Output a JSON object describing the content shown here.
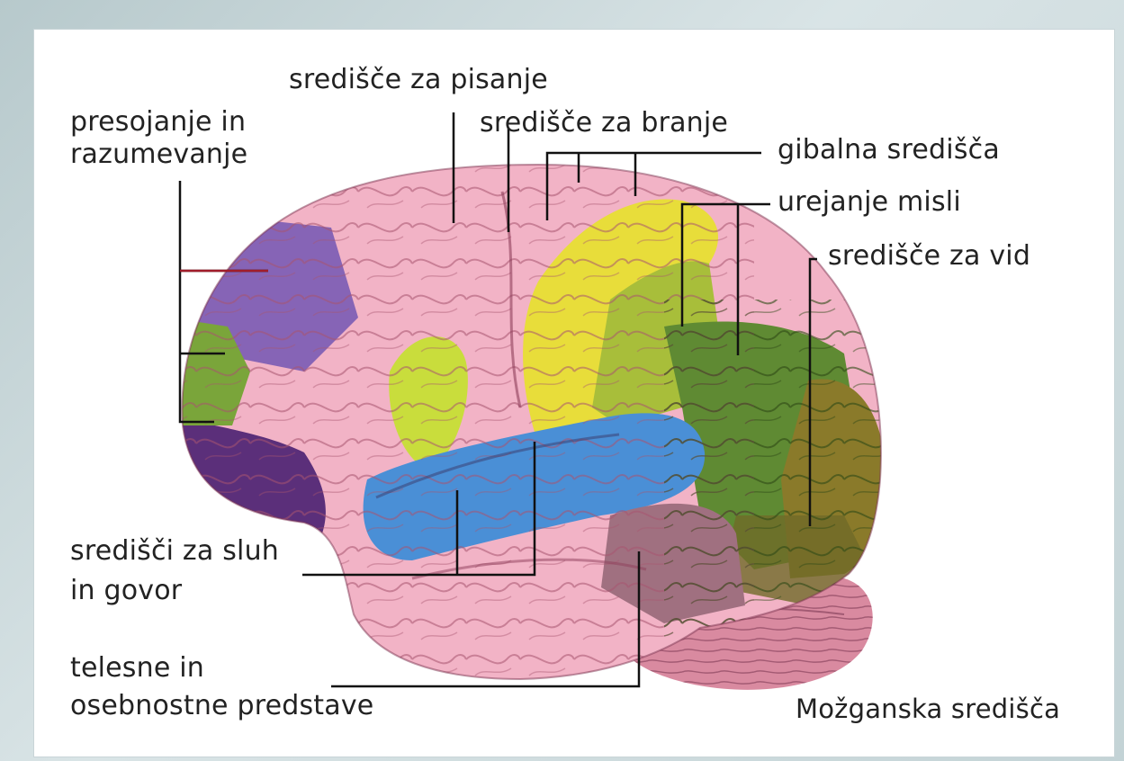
{
  "labels": {
    "writing_center": "središče za pisanje",
    "judging_line1": "presojanje in",
    "judging_line2": "razumevanje",
    "reading_center": "središče za branje",
    "motor_centers": "gibalna središča",
    "thought_ordering": "urejanje misli",
    "vision_center": "središče za vid",
    "hearing_speech_line1": "središči za sluh",
    "hearing_speech_line2": "in govor",
    "body_personality_line1": "telesne in",
    "body_personality_line2": "osebnostne predstave"
  },
  "caption": "Možganska središča",
  "colors": {
    "pink_cortex": "#f2b3c6",
    "purple_frontal": "#7a5bb4",
    "yellow_motor": "#e8dd3a",
    "lime_broca": "#c9dd3c",
    "green_parietal": "#5f8a33",
    "olive_occipital": "#8a7a2a",
    "blue_auditory": "#4a8fd6",
    "mauve_temporal": "#a07080",
    "cerebellum": "#d98aa0"
  }
}
